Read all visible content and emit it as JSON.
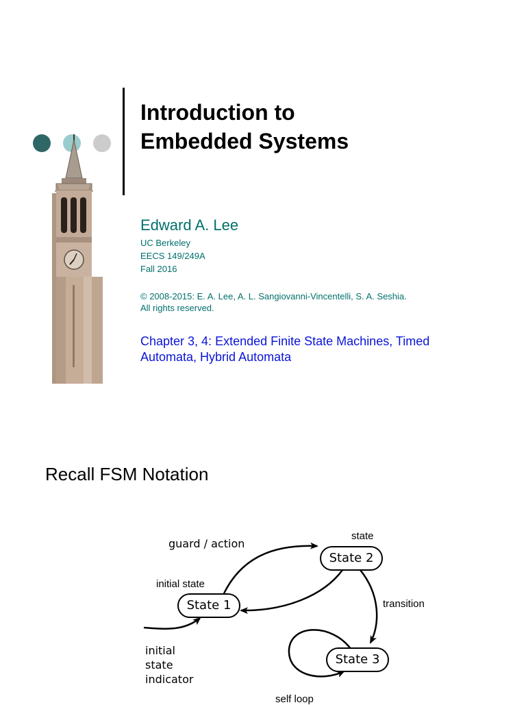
{
  "slide1": {
    "dot_colors": [
      "#2f6666",
      "#99cccc",
      "#cccccc"
    ],
    "title_lines": [
      "Introduction to",
      "Embedded Systems"
    ],
    "author": "Edward A. Lee",
    "affiliation_lines": [
      "UC Berkeley",
      "EECS 149/249A",
      "Fall 2016"
    ],
    "copyright_lines": [
      "© 2008-2015: E. A. Lee, A. L. Sangiovanni-Vincentelli, S. A. Seshia.",
      "All rights reserved."
    ],
    "chapter_lines": [
      "Chapter 3, 4: Extended Finite State Machines, Timed",
      "Automata, Hybrid Automata"
    ],
    "accent_teal": "#00706b",
    "chapter_blue": "#0a14d8"
  },
  "slide2": {
    "heading": "Recall FSM Notation",
    "diagram": {
      "labels": {
        "guard_action": "guard / action",
        "state": "state",
        "initial_state": "initial state",
        "transition": "transition",
        "initial_state_indicator": [
          "initial",
          "state",
          "indicator"
        ],
        "self_loop": "self loop"
      },
      "states": [
        "State 1",
        "State 2",
        "State 3"
      ]
    }
  }
}
